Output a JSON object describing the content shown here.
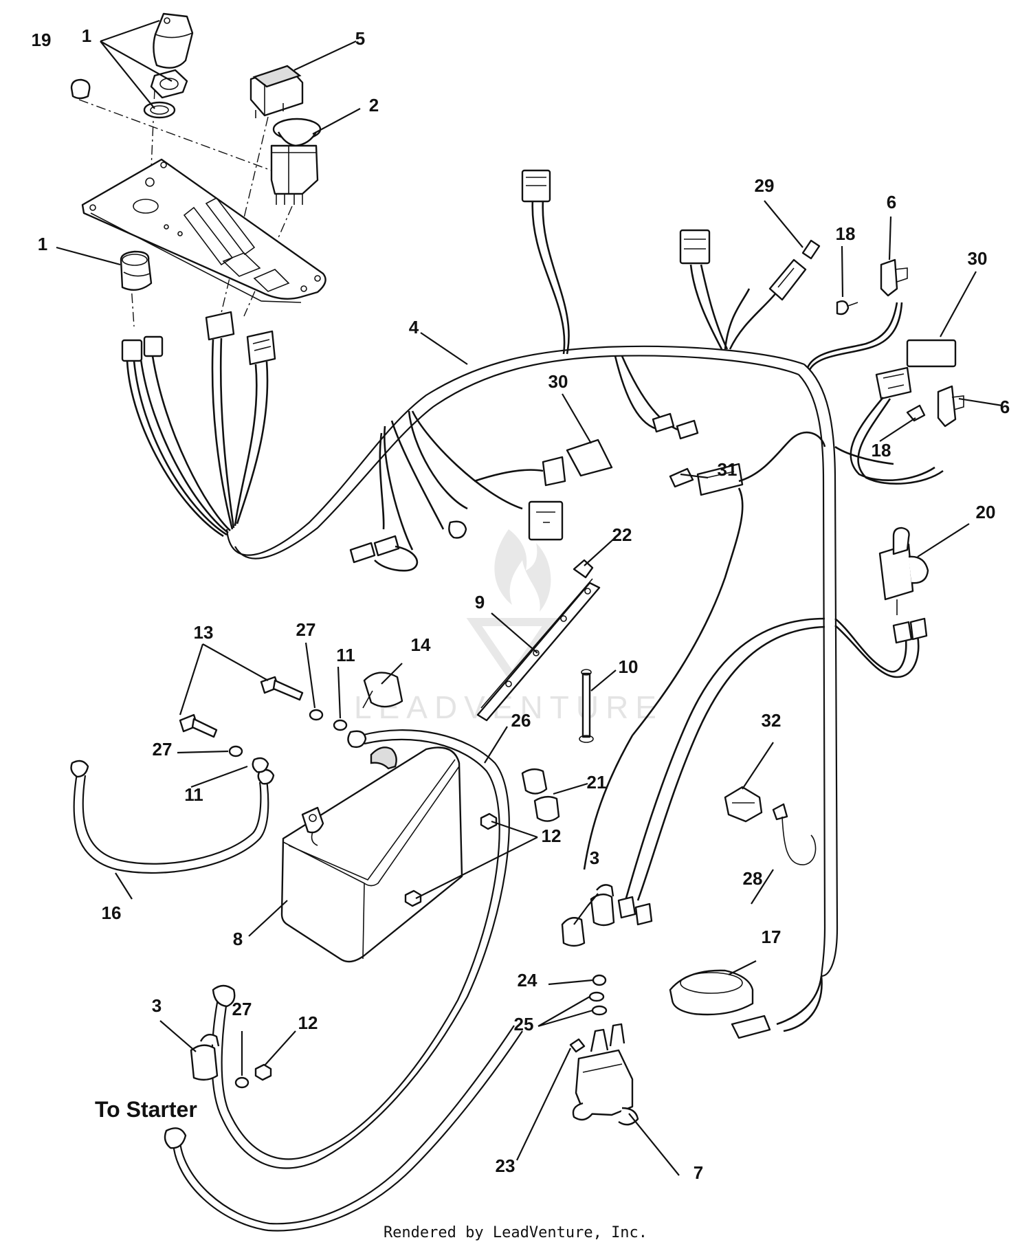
{
  "diagram": {
    "credit": "Rendered by LeadVenture, Inc.",
    "watermark": "LEADVENTURE",
    "to_starter": "To Starter",
    "callouts": [
      {
        "id": "c1a",
        "text": "1"
      },
      {
        "id": "c19",
        "text": "19"
      },
      {
        "id": "c5",
        "text": "5"
      },
      {
        "id": "c2",
        "text": "2"
      },
      {
        "id": "c1b",
        "text": "1"
      },
      {
        "id": "c4",
        "text": "4"
      },
      {
        "id": "c29",
        "text": "29"
      },
      {
        "id": "c18a",
        "text": "18"
      },
      {
        "id": "c6a",
        "text": "6"
      },
      {
        "id": "c30a",
        "text": "30"
      },
      {
        "id": "c30b",
        "text": "30"
      },
      {
        "id": "c6b",
        "text": "6"
      },
      {
        "id": "c18b",
        "text": "18"
      },
      {
        "id": "c31",
        "text": "31"
      },
      {
        "id": "c20",
        "text": "20"
      },
      {
        "id": "c22",
        "text": "22"
      },
      {
        "id": "c9",
        "text": "9"
      },
      {
        "id": "c10",
        "text": "10"
      },
      {
        "id": "c13",
        "text": "13"
      },
      {
        "id": "c27a",
        "text": "27"
      },
      {
        "id": "c11a",
        "text": "11"
      },
      {
        "id": "c14",
        "text": "14"
      },
      {
        "id": "c26",
        "text": "26"
      },
      {
        "id": "c27b",
        "text": "27"
      },
      {
        "id": "c11b",
        "text": "11"
      },
      {
        "id": "c21",
        "text": "21"
      },
      {
        "id": "c32",
        "text": "32"
      },
      {
        "id": "c12a",
        "text": "12"
      },
      {
        "id": "c16",
        "text": "16"
      },
      {
        "id": "c8",
        "text": "8"
      },
      {
        "id": "c28",
        "text": "28"
      },
      {
        "id": "c3a",
        "text": "3"
      },
      {
        "id": "c17",
        "text": "17"
      },
      {
        "id": "c24",
        "text": "24"
      },
      {
        "id": "c25",
        "text": "25"
      },
      {
        "id": "c3b",
        "text": "3"
      },
      {
        "id": "c27c",
        "text": "27"
      },
      {
        "id": "c12b",
        "text": "12"
      },
      {
        "id": "c23",
        "text": "23"
      },
      {
        "id": "c7",
        "text": "7"
      }
    ]
  }
}
